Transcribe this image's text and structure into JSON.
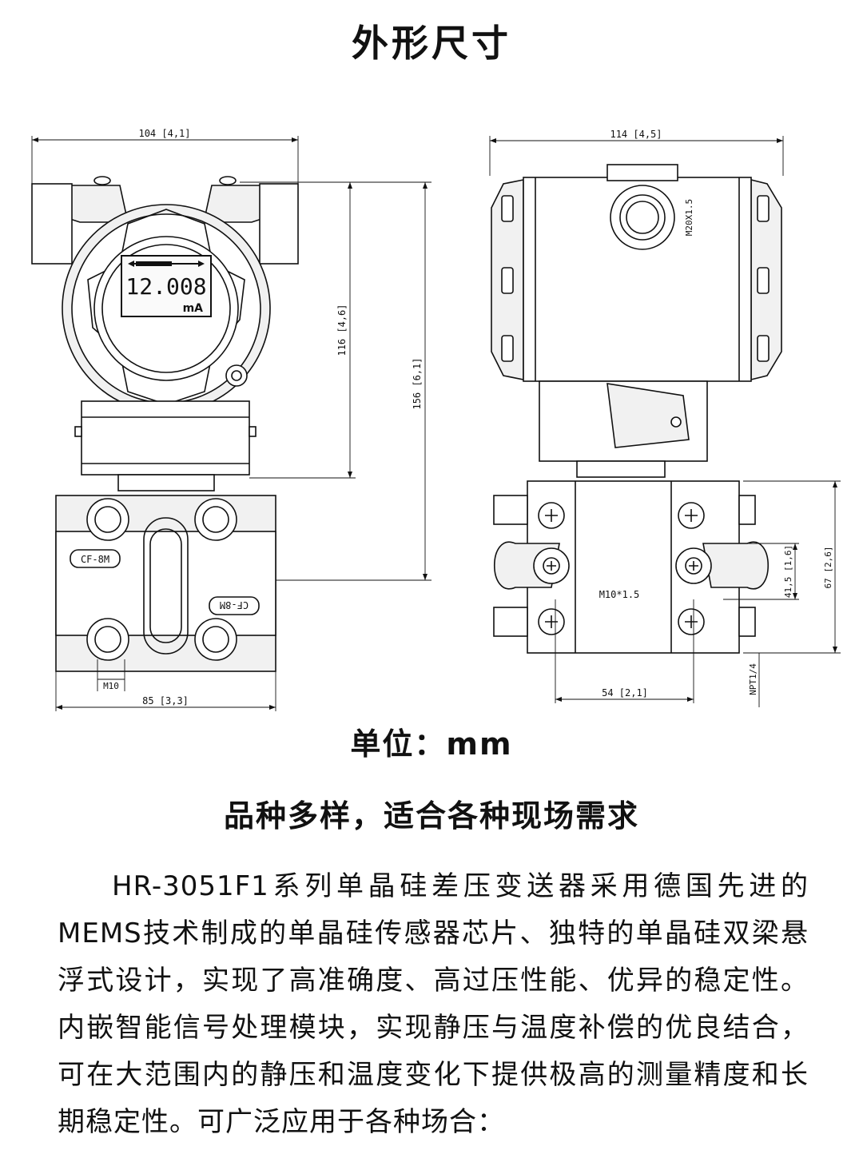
{
  "title": "外形尺寸",
  "drawing": {
    "front_view": {
      "dims": {
        "width_top": "104 [4,1]",
        "height_head": "116 [4,6]",
        "height_total": "156 [6,1]",
        "width_bottom": "85 [3,3]",
        "thread_label": "M10"
      },
      "display": {
        "reading": "12.008",
        "unit": "mA"
      },
      "flange_marks": [
        "CF-8M",
        "CF-8M"
      ]
    },
    "side_view": {
      "dims": {
        "width_top": "114 [4,5]",
        "conduit_thread": "M20X1.5",
        "flange_thread": "M10*1.5",
        "hole_spacing": "41,5 [1,6]",
        "flange_height": "67 [2,6]",
        "bottom_width": "54 [2,1]",
        "pipe_thread": "NPT1/4"
      }
    }
  },
  "unit_label": "单位：mm",
  "subtitle": "品种多样，适合各种现场需求",
  "description": "HR-3051F1系列单晶硅差压变送器采用德国先进的MEMS技术制成的单晶硅传感器芯片、独特的单晶硅双梁悬浮式设计，实现了高准确度、高过压性能、优异的稳定性。内嵌智能信号处理模块，实现静压与温度补偿的优良结合，可在大范围内的静压和温度变化下提供极高的测量精度和长期稳定性。可广泛应用于各种场合："
}
